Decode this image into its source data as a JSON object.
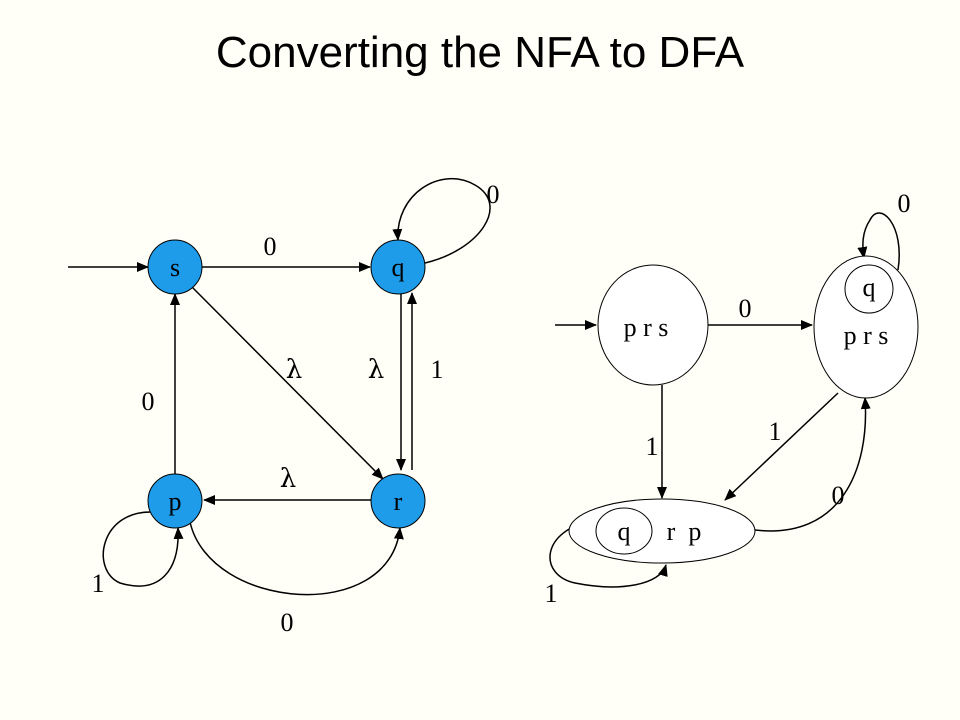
{
  "slide": {
    "title": "Converting the NFA to DFA"
  },
  "colors": {
    "background": "#fffff7",
    "nfa_state_fill": "#1e9be9",
    "dfa_state_fill": "#ffffff",
    "stroke": "#000000"
  },
  "nfa": {
    "states": {
      "s": "s",
      "q": "q",
      "p": "p",
      "r": "r"
    },
    "labels": {
      "s_to_q": "0",
      "q_loop": "0",
      "s_to_r": "λ",
      "q_to_r": "λ",
      "r_to_q": "1",
      "p_to_s": "0",
      "r_to_p": "λ",
      "p_loop": "1",
      "p_to_r": "0"
    }
  },
  "dfa": {
    "states": {
      "start": "p r s",
      "accept_inner": "q",
      "accept_outer": "p r s",
      "bottom_inner": "q",
      "bottom_rest": "r  p"
    },
    "labels": {
      "start_to_accept": "0",
      "accept_loop": "0",
      "start_to_bottom": "1",
      "accept_to_bottom": "1",
      "bottom_to_accept": "0",
      "bottom_loop": "1"
    }
  }
}
